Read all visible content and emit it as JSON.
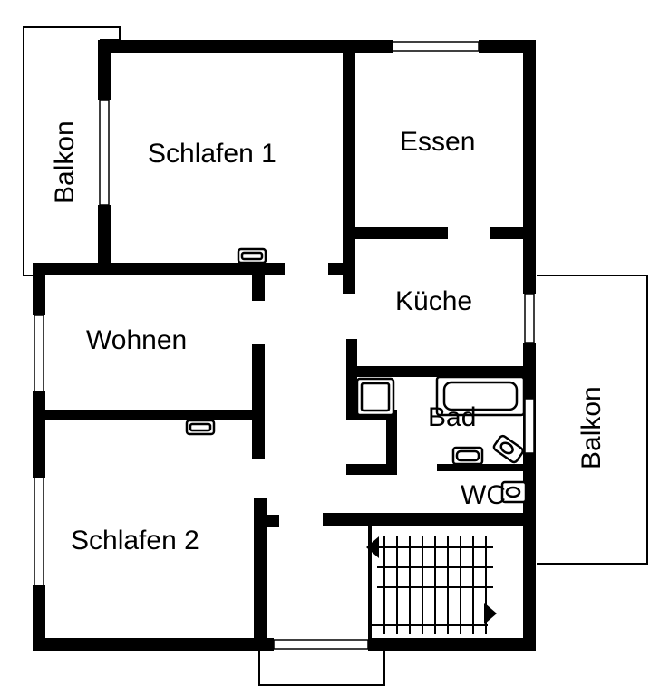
{
  "rooms": {
    "schlafen1": "Schlafen 1",
    "essen": "Essen",
    "kueche": "Küche",
    "wohnen": "Wohnen",
    "bad": "Bad",
    "wc": "WC",
    "schlafen2": "Schlafen 2",
    "balkon_left": "Balkon",
    "balkon_right": "Balkon"
  },
  "icons": [
    "radiator-icon",
    "bathtub-icon",
    "shower-icon",
    "sink-icon",
    "toilet-icon",
    "stairs-arrow-icon"
  ],
  "colors": {
    "walls": "#000000",
    "background": "#ffffff"
  }
}
